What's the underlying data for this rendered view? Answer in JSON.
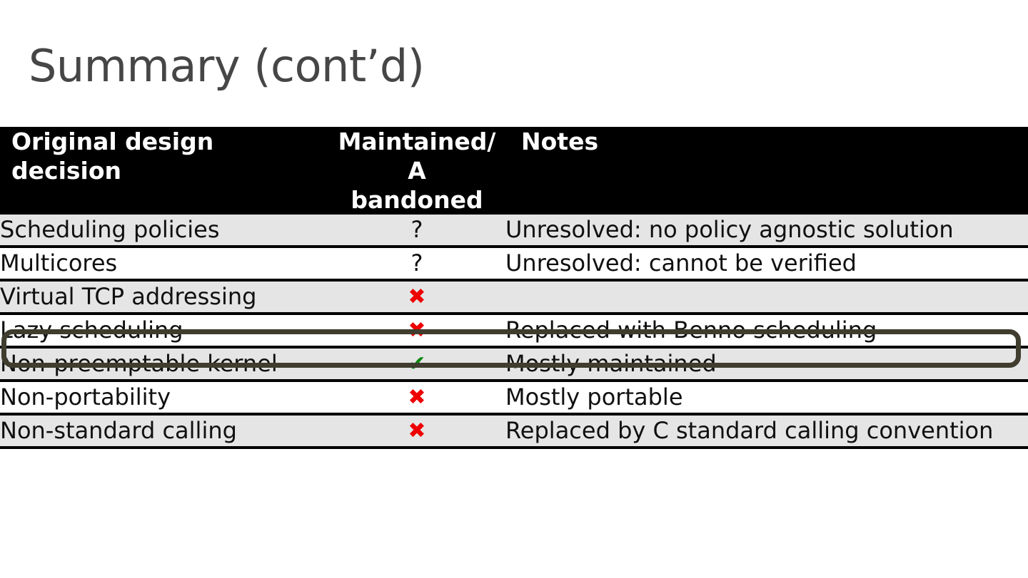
{
  "slide": {
    "title": "Summary (cont’d)",
    "title_color": "#464646",
    "background": "#ffffff"
  },
  "table": {
    "header_background": "#000000",
    "header_text_color": "#ffffff",
    "shaded_row_color": "#e5e5e5",
    "plain_row_color": "#ffffff",
    "divider_color": "#000000",
    "columns": [
      {
        "key": "decision",
        "label": "Original design decision",
        "align": "left"
      },
      {
        "key": "status",
        "label_line1": "Maintained/A",
        "label_line2": "bandoned",
        "label": "Maintained/Abandoned",
        "align": "center"
      },
      {
        "key": "notes",
        "label": "Notes",
        "align": "left"
      }
    ],
    "marks": {
      "cross": "✖",
      "check": "✔",
      "question": "?",
      "cross_color": "#ee0000",
      "check_color": "#0a8a10"
    },
    "rows": [
      {
        "decision": "Scheduling policies",
        "status_glyph": "?",
        "status_kind": "question",
        "notes": "Unresolved: no policy agnostic solution",
        "shaded": true
      },
      {
        "decision": "Multicores",
        "status_glyph": "?",
        "status_kind": "question",
        "notes": "Unresolved: cannot be verified",
        "shaded": false
      },
      {
        "decision": "Virtual TCP addressing",
        "status_glyph": "✖",
        "status_kind": "cross",
        "notes": "",
        "shaded": true
      },
      {
        "decision": "Lazy scheduling",
        "status_glyph": "✖",
        "status_kind": "cross",
        "notes": "Replaced with Benno scheduling",
        "shaded": false
      },
      {
        "decision": "Non-preemptable kernel",
        "status_glyph": "✔",
        "status_kind": "check",
        "notes": "Mostly maintained",
        "shaded": true
      },
      {
        "decision": "Non-portability",
        "status_glyph": "✖",
        "status_kind": "cross",
        "notes": "Mostly portable",
        "shaded": false
      },
      {
        "decision": "Non-standard calling",
        "status_glyph": "✖",
        "status_kind": "cross",
        "notes": "Replaced by C standard calling convention",
        "shaded": true
      }
    ]
  },
  "annotation": {
    "shape": "rounded-rectangle-outline",
    "color": "#403d2f",
    "covers_rows": [
      "Virtual TCP addressing",
      "Lazy scheduling"
    ]
  }
}
